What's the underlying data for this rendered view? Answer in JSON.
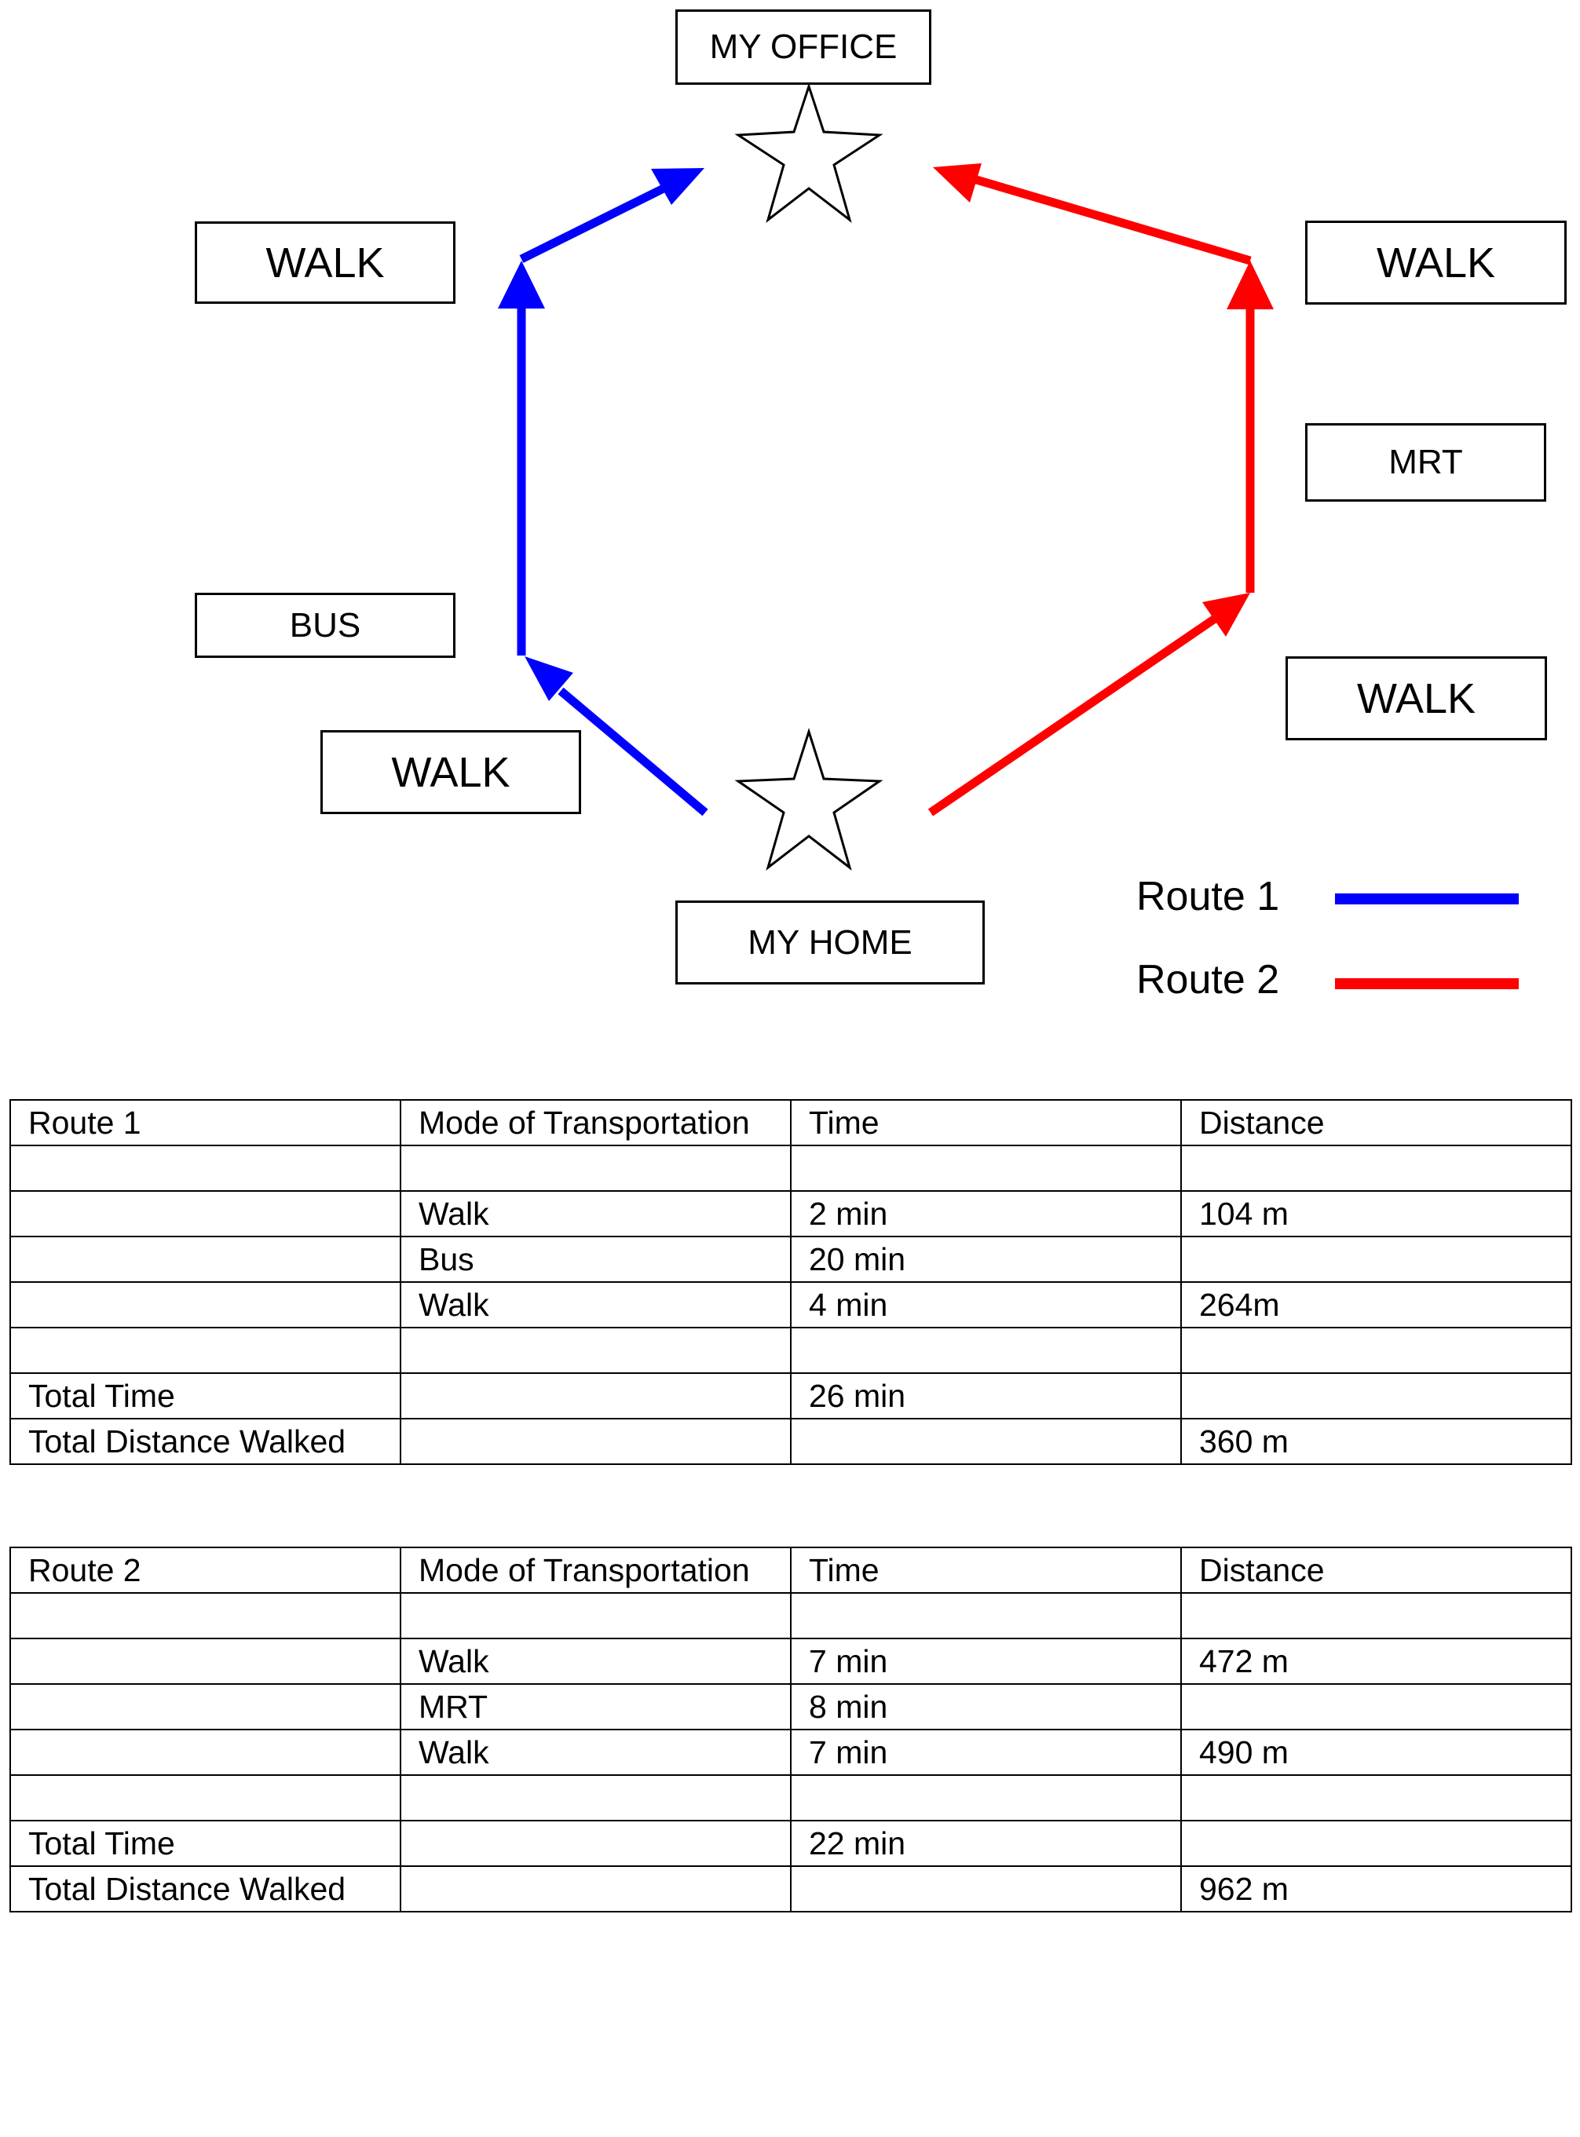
{
  "diagram": {
    "nodes": {
      "office": "MY OFFICE",
      "home": "MY HOME"
    },
    "route1_segments": {
      "walk_top": "WALK",
      "bus": "BUS",
      "walk_bottom": "WALK"
    },
    "route2_segments": {
      "walk_top": "WALK",
      "mrt": "MRT",
      "walk_bottom": "WALK"
    },
    "legend": [
      {
        "label": "Route 1",
        "color": "#0000ff"
      },
      {
        "label": "Route 2",
        "color": "#ff0000"
      }
    ]
  },
  "tables": [
    {
      "header": [
        "Route 1",
        "Mode of Transportation",
        "Time",
        "Distance"
      ],
      "rows": [
        [
          "",
          "",
          "",
          ""
        ],
        [
          "",
          "Walk",
          "2 min",
          "104 m"
        ],
        [
          "",
          "Bus",
          "20 min",
          ""
        ],
        [
          "",
          "Walk",
          "4 min",
          "264m"
        ],
        [
          "",
          "",
          "",
          ""
        ],
        [
          "Total Time",
          "",
          "26 min",
          ""
        ],
        [
          "Total Distance Walked",
          "",
          "",
          "360 m"
        ]
      ]
    },
    {
      "header": [
        "Route 2",
        "Mode of Transportation",
        "Time",
        "Distance"
      ],
      "rows": [
        [
          "",
          "",
          "",
          ""
        ],
        [
          "",
          "Walk",
          "7 min",
          "472 m"
        ],
        [
          "",
          "MRT",
          "8 min",
          ""
        ],
        [
          "",
          "Walk",
          "7 min",
          "490 m"
        ],
        [
          "",
          "",
          "",
          ""
        ],
        [
          "Total Time",
          "",
          "22 min",
          ""
        ],
        [
          "Total Distance Walked",
          "",
          "",
          "962 m"
        ]
      ]
    }
  ]
}
